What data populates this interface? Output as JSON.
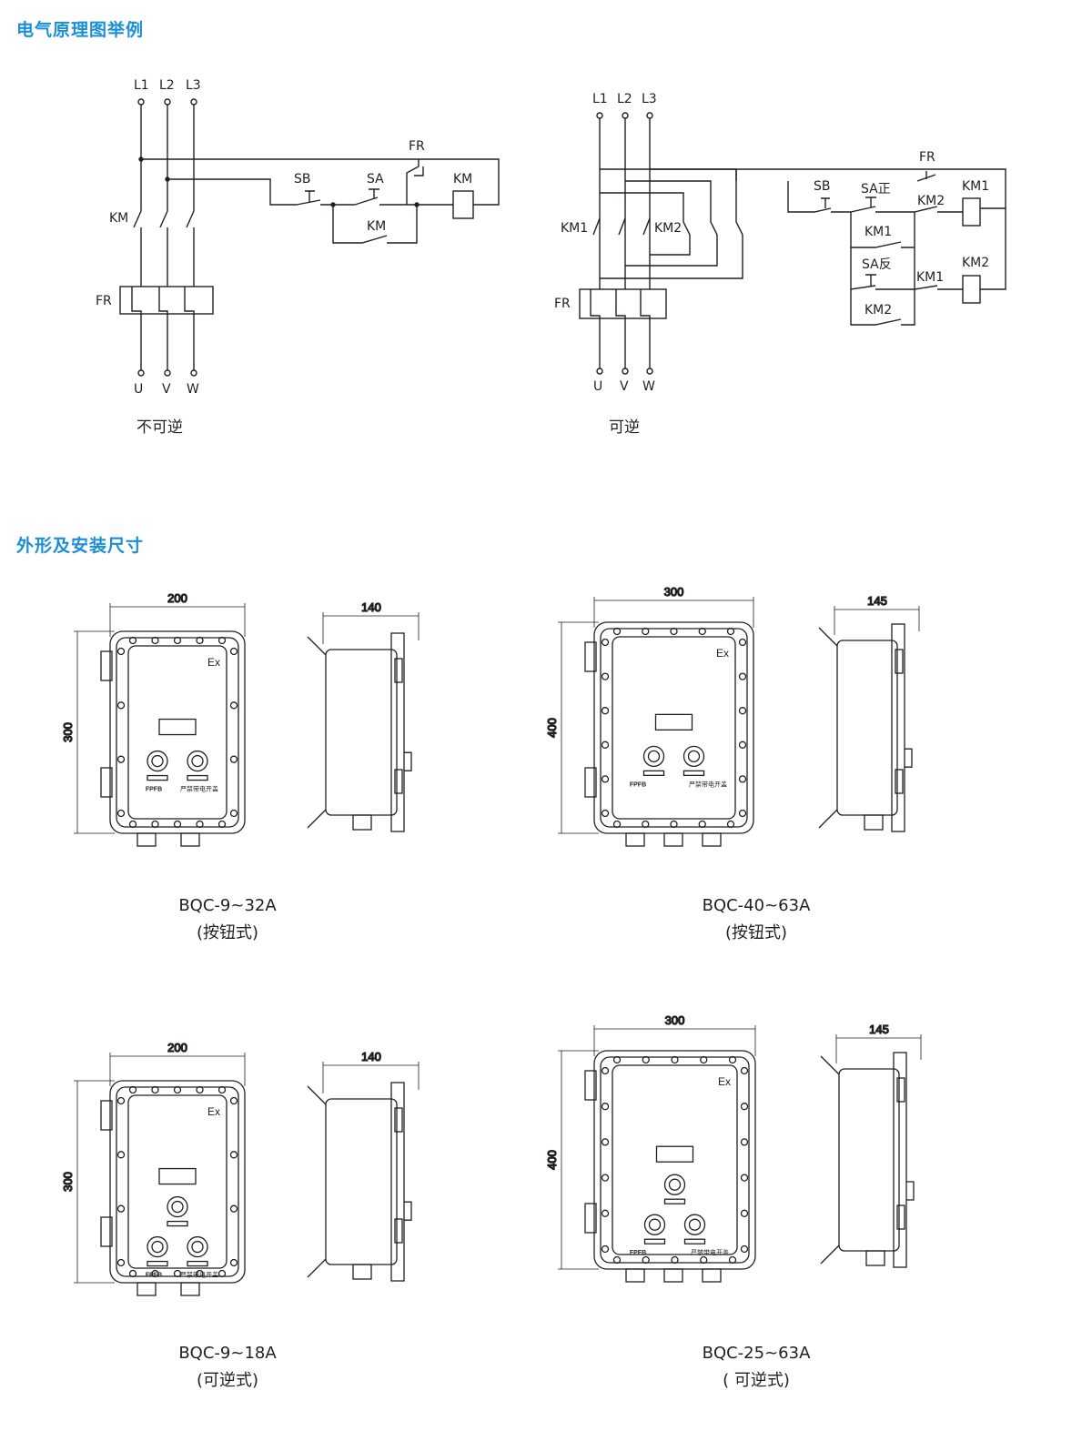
{
  "sections": {
    "schematic_title": "电气原理图举例",
    "dimensions_title": "外形及安装尺寸"
  },
  "colors": {
    "accent": "#1a8fd8",
    "line": "#231f20"
  },
  "schematic_left": {
    "phases": [
      "L1",
      "L2",
      "L3"
    ],
    "outputs": [
      "U",
      "V",
      "W"
    ],
    "labels": {
      "km": "KM",
      "fr": "FR",
      "fr_contact": "FR",
      "sb": "SB",
      "sa": "SA",
      "coil": "KM",
      "hold": "KM"
    },
    "caption": "不可逆"
  },
  "schematic_right": {
    "phases": [
      "L1",
      "L2",
      "L3"
    ],
    "outputs": [
      "U",
      "V",
      "W"
    ],
    "labels": {
      "km1": "KM1",
      "km2": "KM2",
      "fr": "FR",
      "fr_contact": "FR",
      "sb": "SB",
      "sa_fwd": "SA正",
      "sa_rev": "SA反",
      "km2_il": "KM2",
      "km1_coil": "KM1",
      "km1_hold": "KM1",
      "km1_il": "KM1",
      "km2_coil": "KM2",
      "km2_hold": "KM2"
    },
    "caption": "可逆"
  },
  "enclosures": [
    {
      "model": "BQC-9~32A",
      "type": "(按钮式)",
      "width": "200",
      "height": "300",
      "depth": "140",
      "ex_mark": "Ex",
      "brand": "FPFB",
      "warning": "严禁带电开盖"
    },
    {
      "model": "BQC-40~63A",
      "type": "(按钮式)",
      "width": "300",
      "height": "400",
      "depth": "145",
      "ex_mark": "Ex",
      "brand": "FPFB",
      "warning": "严禁带电开盖"
    },
    {
      "model": "BQC-9~18A",
      "type": "(可逆式)",
      "width": "200",
      "height": "300",
      "depth": "140",
      "ex_mark": "Ex",
      "brand": "FPFB",
      "warning": "严禁带电开盖"
    },
    {
      "model": "BQC-25~63A",
      "type": "( 可逆式)",
      "width": "300",
      "height": "400",
      "depth": "145",
      "ex_mark": "Ex",
      "brand": "FPFB",
      "warning": "严禁带电开盖"
    }
  ]
}
